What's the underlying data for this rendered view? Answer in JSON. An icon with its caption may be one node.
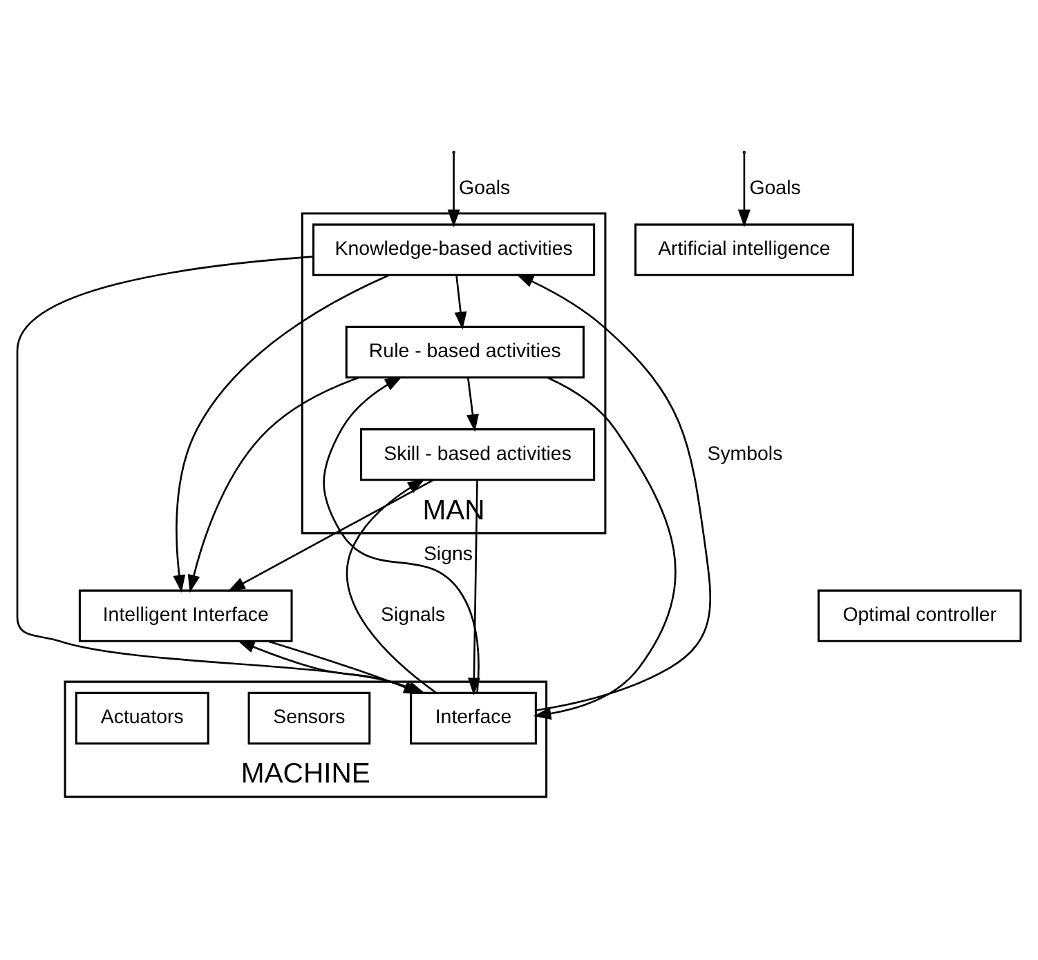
{
  "diagram": {
    "nodes": [
      {
        "text": [
          "MAN"
        ]
      },
      {
        "text": [
          "Knowledge-based activities"
        ],
        "in": 0
      },
      {
        "text": [
          "Rule - based activities"
        ],
        "in": 0
      },
      {
        "text": [
          "Skill - based activities"
        ],
        "in": 0
      },
      {
        "text": [
          "Intelligent Interface"
        ]
      },
      {
        "text": [
          "Artificial intelligence"
        ]
      },
      {
        "text": [
          "Optimal controller"
        ]
      },
      {
        "text": [
          "MACHINE"
        ]
      },
      {
        "text": [
          "Interface"
        ],
        "in": 7
      },
      {
        "text": [
          "Sensors"
        ],
        "in": 7
      },
      {
        "text": [
          "Actuators"
        ],
        "in": 7
      }
    ],
    "edges": [
      {
        "from": null,
        "to": 1,
        "arrow": "to",
        "label": "Goals"
      },
      {
        "from": 1,
        "to": 2,
        "arrow": "to"
      },
      {
        "from": 2,
        "to": 3,
        "arrow": "to"
      },
      {
        "from": 1,
        "to": 4,
        "arrow": "to"
      },
      {
        "from": 2,
        "to": 4,
        "arrow": "to"
      },
      {
        "from": 3,
        "to": 4,
        "arrow": "to"
      },
      {
        "from": 1,
        "to": 8,
        "arrow": "to"
      },
      {
        "from": 2,
        "to": 8,
        "arrow": "to"
      },
      {
        "from": 3,
        "to": 8,
        "arrow": "to"
      },
      {
        "from": 8,
        "to": 1,
        "arrow": "to",
        "label": "Symbols"
      },
      {
        "from": 8,
        "to": 2,
        "arrow": "to",
        "label": "Signs"
      },
      {
        "from": 8,
        "to": 3,
        "arrow": "to",
        "label": "Signals"
      },
      {
        "from": 8,
        "to": 4,
        "arrow": "to"
      },
      {
        "from": 4,
        "to": 8,
        "arrow": "to"
      },
      {
        "from": null,
        "to": 5,
        "arrow": "to",
        "label": "Goals"
      }
    ]
  }
}
